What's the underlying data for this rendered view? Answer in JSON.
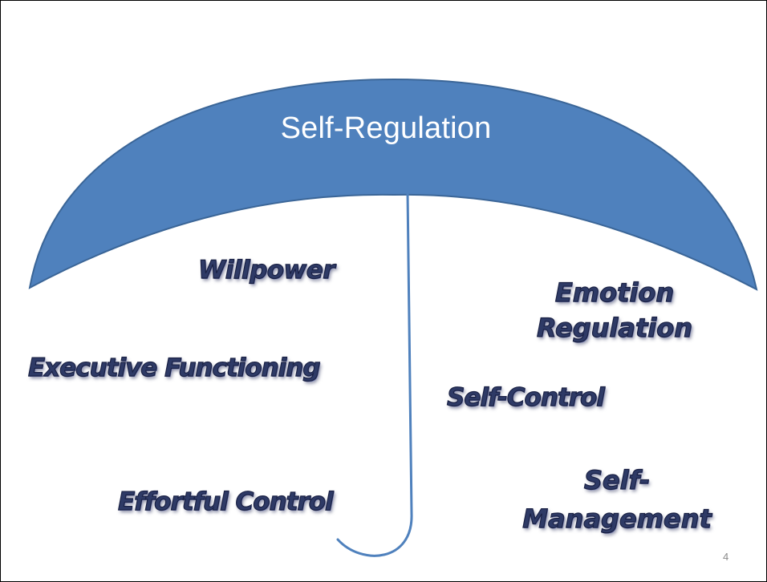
{
  "canopy": {
    "title": "Self-Regulation",
    "fill_color": "#4f81bd",
    "stroke_color": "#3a6597"
  },
  "handle": {
    "color": "#4f81bd"
  },
  "terms": {
    "willpower": "Willpower",
    "executive_functioning": "Executive Functioning",
    "effortful_control": "Effortful Control",
    "self_control": "Self-Control",
    "emotion_regulation": [
      "Emotion",
      "Regulation"
    ],
    "self_management": [
      "Self-",
      "Management"
    ]
  },
  "term_color": "#2e3a66",
  "slide_number": "4"
}
